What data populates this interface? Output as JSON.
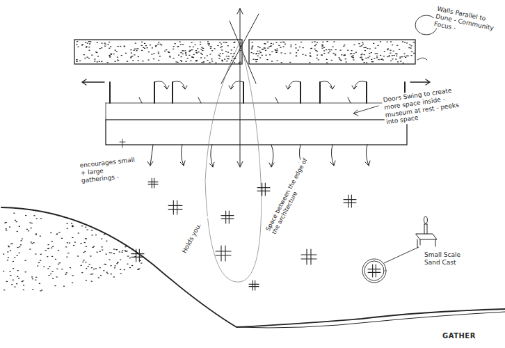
{
  "diagram": {
    "labels": [
      "Walls Parallel to Dune - Community Focus -",
      "Doors Swing to create more space inside - museum at rest - peeks into space",
      "encourages small + large gatherings -",
      "Space between the edge of the architecture",
      "Holds you.",
      "Small Scale Sand Cast",
      "GATHER"
    ]
  }
}
